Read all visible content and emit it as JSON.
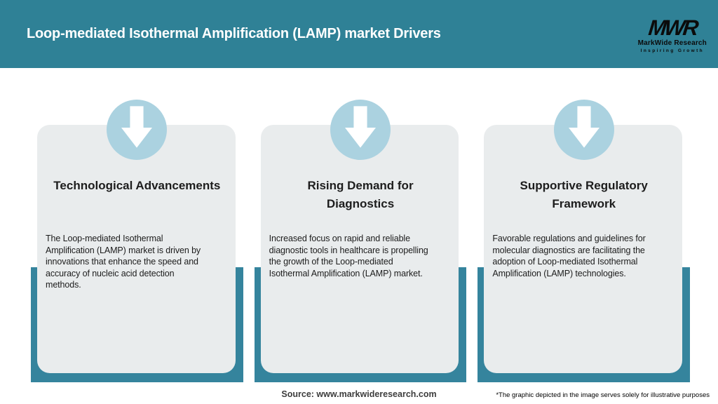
{
  "header": {
    "title": "Loop-mediated Isothermal Amplification (LAMP) market Drivers",
    "logo": {
      "mark": "MWR",
      "name": "MarkWide Research",
      "tagline": "Inspiring Growth"
    }
  },
  "colors": {
    "header_bg": "#2f8196",
    "card_backdrop": "#35849d",
    "card_bg": "#e9eced",
    "badge_circle": "#abd2e0",
    "arrow": "#ffffff",
    "header_text": "#ffffff",
    "body_text": "#1c1c1c"
  },
  "cards": [
    {
      "icon": "down-arrow",
      "title": "Technological Advancements",
      "body": "The Loop-mediated Isothermal\nAmplification (LAMP) market is driven by\ninnovations that enhance the speed and\naccuracy of nucleic acid detection\nmethods."
    },
    {
      "icon": "down-arrow",
      "title": "Rising Demand for\nDiagnostics",
      "body": "Increased focus on rapid and reliable\ndiagnostic tools in healthcare is propelling\nthe growth of the Loop-mediated\nIsothermal Amplification (LAMP) market."
    },
    {
      "icon": "down-arrow",
      "title": "Supportive Regulatory\nFramework",
      "body": "Favorable regulations and guidelines for\nmolecular diagnostics are facilitating the\nadoption of Loop-mediated Isothermal\nAmplification (LAMP) technologies."
    }
  ],
  "footer": {
    "source": "Source: www.markwideresearch.com",
    "disclaimer": "*The graphic depicted in the image serves solely for illustrative purposes"
  }
}
